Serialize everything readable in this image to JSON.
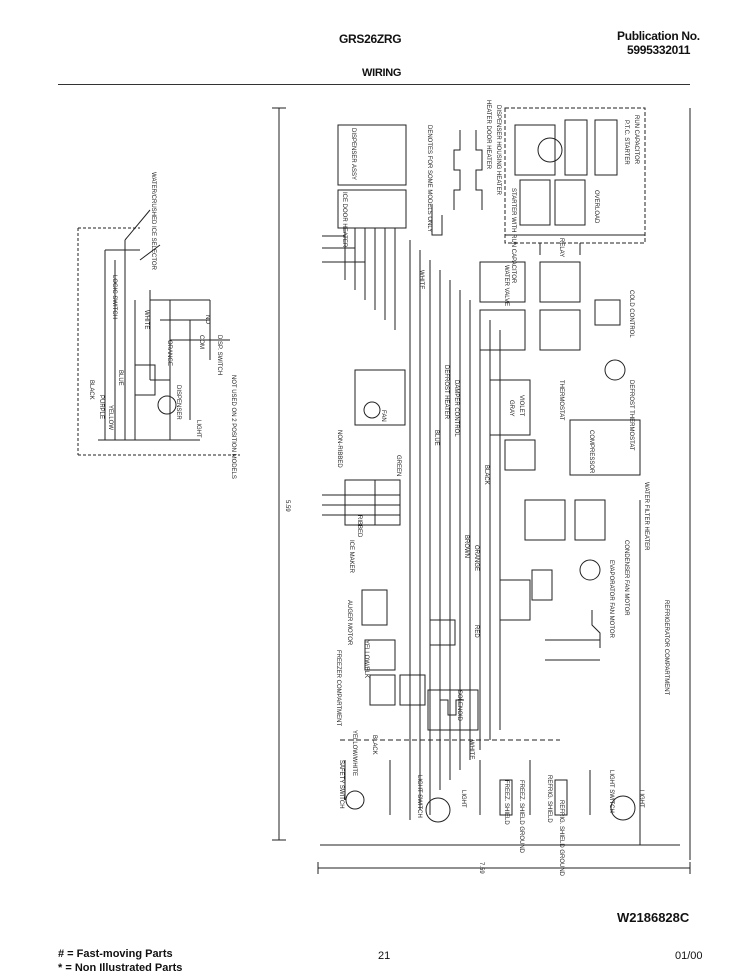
{
  "header": {
    "model": "GRS26ZRG",
    "publication_label": "Publication No.",
    "publication_number": "5995332011",
    "section_title": "WIRING"
  },
  "diagram": {
    "dimension_vertical": "5.59",
    "dimension_horizontal": "7.59",
    "left_labels": [
      "WATER/CRUSHED ICE SELECTOR",
      "LOGIC SWITCH",
      "DISPENSER",
      "LIGHT",
      "DISP. SWITCH",
      "NOT USED ON 2 POSITION MODELS",
      "PURPLE",
      "YELLOW",
      "BLUE",
      "ORANGE",
      "BLACK",
      "WHITE",
      "COM",
      "NO"
    ],
    "top_labels": [
      "DISPENSER ASSY",
      "DENOTES FOR SOME MODELS ONLY",
      "HEATER DOOR HEATER",
      "DISPENSER HOUSING HEATER",
      "RUN CAPACITOR",
      "STARTER WITH RUN CAPACITOR",
      "P.T.C. STARTER",
      "RELAY",
      "OVERLOAD",
      "ICE DOOR HEATER"
    ],
    "middle_labels": [
      "DEFROST HEATER",
      "DAMPER CONTROL",
      "WATER VALVE",
      "ICE MAKER",
      "AUGER MOTOR",
      "SOLENOID",
      "BLUE",
      "BROWN",
      "ORANGE",
      "GREEN",
      "WHITE",
      "BLACK",
      "RED",
      "GRAY",
      "VIOLET",
      "YELLOW/BLK",
      "NON-RIBBED",
      "RIBBED",
      "FAN",
      "THERMOSTAT"
    ],
    "right_labels": [
      "COMPRESSOR",
      "WATER FILTER HEATER",
      "CONDENSER FAN MOTOR",
      "EVAPORATOR FAN MOTOR",
      "DEFROST THERMOSTAT",
      "COLD CONTROL",
      "FREEZER COMPARTMENT",
      "REFRIGERATOR COMPARTMENT"
    ],
    "bottom_labels": [
      "SAFETY SWITCH",
      "LIGHT SWITCH",
      "LIGHT",
      "FREEZ. SHIELD",
      "FREEZ. SHIELD GROUND",
      "REFRIG. SHIELD",
      "REFRIG. SHIELD GROUND",
      "LIGHT SWITCH",
      "LIGHT",
      "BLACK",
      "WHITE",
      "YELLOW/WHITE"
    ]
  },
  "footer": {
    "drawing_number": "W2186828C",
    "legend_1": "# = Fast-moving Parts",
    "legend_2": "* = Non Illustrated Parts",
    "page_number": "21",
    "date": "01/00"
  }
}
